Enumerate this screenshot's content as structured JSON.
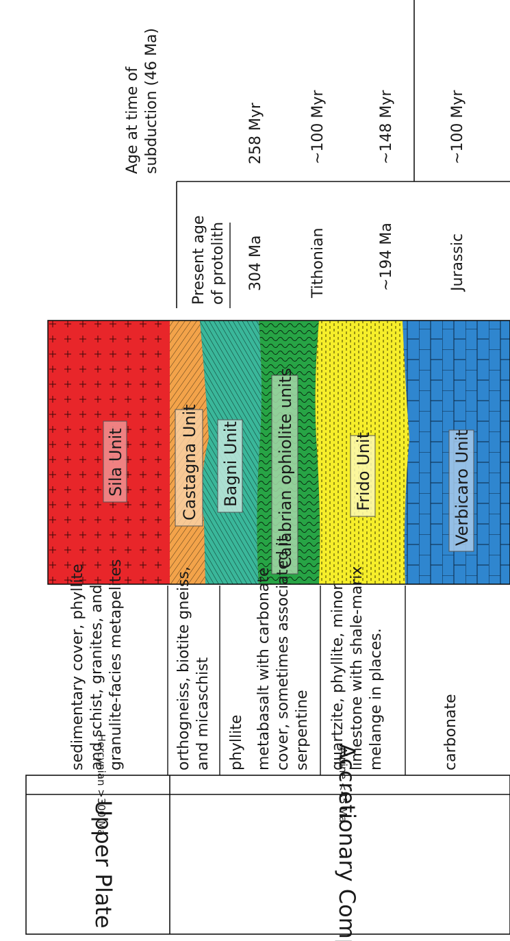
{
  "header": {
    "present_age": [
      "Present age",
      "of protolith"
    ],
    "age_at_subduction": [
      "Age at time of",
      "subduction (46 Ma)"
    ]
  },
  "groups": [
    {
      "name": "Upper Plate",
      "sub": "Hercynian >300 Ma"
    },
    {
      "name": "Accretionary Complex",
      "sub": "Alpine <45 Ma"
    }
  ],
  "units": [
    {
      "name": "Sila Unit",
      "present_age": "304 Ma",
      "age_at_subduction": "258 Myr",
      "lithology": [
        "sedimentary cover, phyllite",
        "and schist, granites, and",
        "granulite-facies metapelites"
      ],
      "color": "#e8262a"
    },
    {
      "name": "Castagna Unit",
      "present_age": "",
      "age_at_subduction": "",
      "lithology": [
        "orthogneiss, biotite gneiss,",
        "and micaschist"
      ],
      "color": "#f3a34a"
    },
    {
      "name": "Bagni Unit",
      "present_age": "Tithonian",
      "age_at_subduction": "~100 Myr",
      "lithology": [
        "phyllite"
      ],
      "color": "#3ab79a"
    },
    {
      "name": "Calabrian ophiolite units",
      "present_age": "",
      "age_at_subduction": "",
      "lithology": [
        "metabasalt with carbonate",
        "cover, sometimes associated it",
        "serpentine"
      ],
      "color": "#27a445"
    },
    {
      "name": "Frido Unit",
      "present_age": "~194 Ma",
      "age_at_subduction": "~148 Myr",
      "lithology": [
        "quartzite, phyllite, minor",
        "limestone with shale-marix",
        "melange in places."
      ],
      "color": "#f6ee2a"
    },
    {
      "name": "Verbicaro Unit",
      "present_age": "Jurassic",
      "age_at_subduction": "~100 Myr",
      "lithology": [
        "carbonate"
      ],
      "color": "#2f86cf"
    }
  ]
}
